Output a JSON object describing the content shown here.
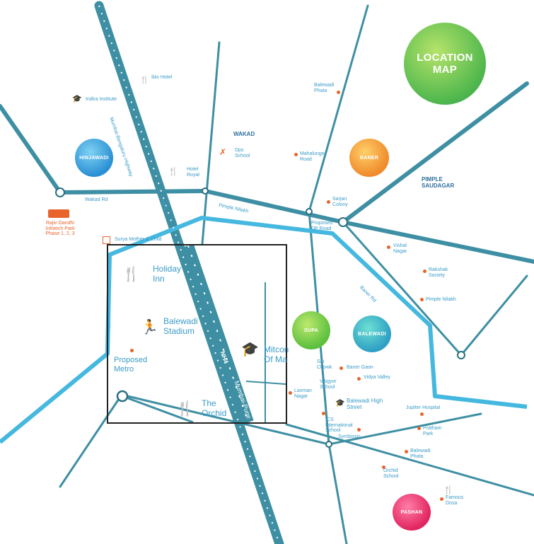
{
  "title": "LOCATION MAP",
  "areas": {
    "hinjawadi": "HINJAWADI",
    "baner": "BANER",
    "balewadi": "BALEWADI",
    "pashan": "PASHAN",
    "wakad": "WAKAD",
    "pimple_saudagar": "PIMPLE SAUDAGAR",
    "project": "SUPA"
  },
  "roads": {
    "nh4": "NH4",
    "mumbai_pune": "Mumbai-Pune",
    "mumbai_bengaluru": "Mumbai-Bengaluru Highway",
    "wakad_rd": "Wakad Rd",
    "pimple_rd": "Pimple Nilakh",
    "baner_rd": "Baner Rd"
  },
  "places": {
    "ibis": "Ibis Hotel",
    "indira": "Indira Institute",
    "balewadi_phata": "Balewadi Phata",
    "dps": "Dps School",
    "hotel_royal": "Hotel Royal",
    "mahalunge": "Mahalunge Road",
    "rajiv_gandhi": "Rajiv Gandhi Infotech Park Phase 1, 2, 3",
    "surya": "Surya Mother & Child",
    "sarjan": "Sarjan Colony",
    "proposed_pt": "Proposed DP Road",
    "vishal_nagar": "Vishal Nagar",
    "rakshak": "Rakshak Society",
    "pimple_nilakh": "Pimple Nilakh",
    "sai_chowk": "Sai Chowk",
    "baner_gaon": "Baner Gaon",
    "vidya_valley": "Vidya Valley",
    "balewadi_high_street": "Balewadi High Street",
    "laxman_nagar": "Laxman Nagar",
    "vibgyor": "Vibgyor School",
    "international": "ICS International School",
    "jupiter": "Jupiter Hospital",
    "pratham": "Pratham Park",
    "balewadi_phata2": "Balewadi Phata",
    "symbiosis": "Symbiosis",
    "orchid_school": "Orchid School",
    "famous": "Famous Dosa",
    "mitcon_small": "Mitcon"
  },
  "inset": {
    "holiday_inn": "Holiday Inn",
    "balewadi_stadium": "Balewadi Stadium",
    "proposed_metro": "Proposed Metro",
    "the_orchid": "The Orchid",
    "mitcon": "Mitcon Of Ma",
    "nh4": "NH4",
    "mumbai_pune": "Mumbai-Pune"
  },
  "colors": {
    "road_dark": "#3e8fa3",
    "road_light": "#45b8e0",
    "poi": "#e8642c",
    "text": "#3a9cc7"
  }
}
